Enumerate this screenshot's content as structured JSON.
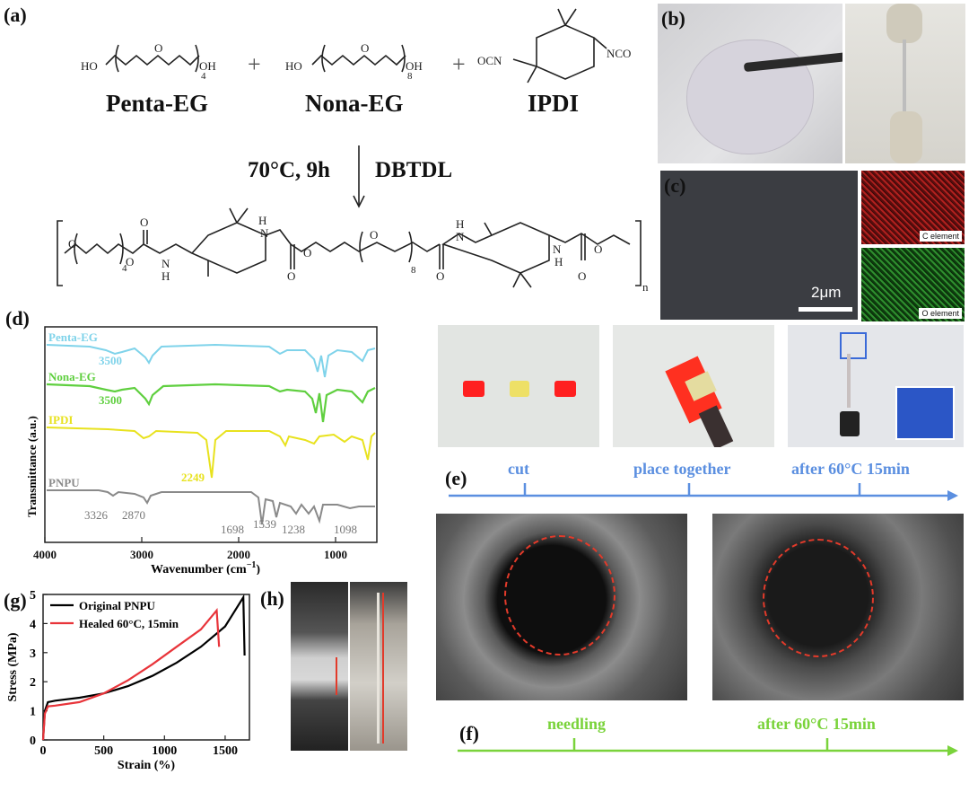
{
  "panels": {
    "a": "(a)",
    "b": "(b)",
    "c": "(c)",
    "d": "(d)",
    "e": "(e)",
    "f": "(f)",
    "g": "(g)",
    "h": "(h)"
  },
  "scheme": {
    "reactant1": "Penta-EG",
    "reactant2": "Nona-EG",
    "reactant3": "IPDI",
    "plus": "+",
    "cond_left": "70°C, 9h",
    "cond_right": "DBTDL",
    "ho": "HO",
    "oh": "OH",
    "o": "O",
    "sub4": "4",
    "sub8": "8",
    "ocn": "OCN",
    "nco": "NCO",
    "h": "H",
    "n_label": "N",
    "sub_n": "n"
  },
  "sem": {
    "scale_bar": "2μm",
    "c_element": "C element",
    "o_element": "O element"
  },
  "ftir": {
    "series": [
      {
        "name": "Penta-EG",
        "peak": "3500",
        "color": "#7fd3ea"
      },
      {
        "name": "Nona-EG",
        "peak": "3500",
        "color": "#5fcf3f"
      },
      {
        "name": "IPDI",
        "peak": "2249",
        "color": "#e8e21e"
      },
      {
        "name": "PNPU",
        "color": "#8a8a8a"
      }
    ],
    "pnpu_peaks": [
      "3326",
      "2870",
      "1698",
      "1539",
      "1238",
      "1098"
    ],
    "ylabel": "Transmittance (a.u.)",
    "xlabel": "Wavenumber (cm",
    "xlabel_sup": "−1",
    "xlabel_end": ")",
    "xticks": [
      "4000",
      "3000",
      "2000",
      "1000"
    ]
  },
  "timeline_e": {
    "steps": [
      "cut",
      "place together",
      "after 60°C 15min"
    ],
    "color": "#5b8fe0"
  },
  "timeline_f": {
    "steps": [
      "needling",
      "after 60°C 15min"
    ],
    "color": "#7ad33b"
  },
  "chart_data": {
    "type": "line",
    "title": "",
    "xlabel": "Strain (%)",
    "ylabel": "Stress (MPa)",
    "xlim": [
      0,
      1700
    ],
    "ylim": [
      0,
      5
    ],
    "xticks": [
      "0",
      "500",
      "1000",
      "1500"
    ],
    "yticks": [
      "0",
      "1",
      "2",
      "3",
      "4",
      "5"
    ],
    "legend": "top-left",
    "series": [
      {
        "name": "Original PNPU",
        "color": "#000000",
        "x": [
          0,
          15,
          40,
          100,
          300,
          500,
          700,
          900,
          1100,
          1300,
          1500,
          1650,
          1660
        ],
        "y": [
          0,
          1.0,
          1.3,
          1.35,
          1.45,
          1.6,
          1.85,
          2.2,
          2.65,
          3.2,
          3.9,
          4.9,
          2.9
        ]
      },
      {
        "name": "Healed 60°C, 15min",
        "color": "#e8343a",
        "x": [
          0,
          15,
          40,
          100,
          300,
          500,
          700,
          900,
          1100,
          1300,
          1430,
          1450
        ],
        "y": [
          0,
          0.9,
          1.15,
          1.18,
          1.3,
          1.6,
          2.05,
          2.6,
          3.2,
          3.8,
          4.45,
          3.2
        ]
      }
    ]
  }
}
